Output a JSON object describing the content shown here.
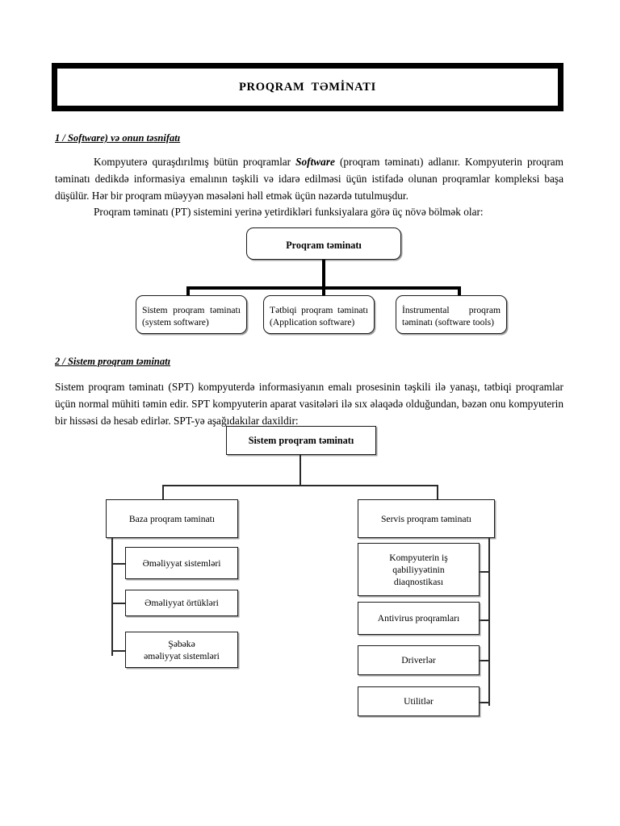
{
  "document": {
    "title": "PROQRAM  TƏMİNATI"
  },
  "sections": [
    {
      "heading": "1 / Software) və onun təsnifatı",
      "paragraphs": [
        {
          "lead": "Kompyuterə quraşdırılmış bütün proqramlar ",
          "emphasis": "Software",
          "rest": " (proqram təminatı) adlanır. Kompyuterin proqram təminatı dedikdə informasiya emalının təşkili və idarə edilməsi üçün istifadə olunan proqramlar kompleksi başa düşülür. Hər bir proqram müəyyən məsələni həll etmək üçün nəzərdə tutulmuşdur."
        },
        {
          "text": "Proqram təminatı (PT) sistemini yerinə yetirdikləri funksiyalara görə üç növə bölmək olar:"
        }
      ]
    },
    {
      "heading": "2 / Sistem proqram təminatı",
      "paragraphs": [
        {
          "text": "Sistem proqram təminatı (SPT) kompyuterdə informasiyanın emalı prosesinin təşkili ilə yanaşı, tətbiqi proqramlar üçün normal mühiti təmin edir. SPT kompyuterin aparat vasitələri ilə sıx əlaqədə olduğundan, bəzən onu kompyuterin bir hissəsi də hesab edirlər. SPT-yə aşağıdakılar daxildir:"
        }
      ]
    }
  ],
  "diagram_1": {
    "root": "Proqram təminatı",
    "children": [
      {
        "line1": "Sistem proqram təminatı",
        "line2": "(system software)"
      },
      {
        "line1": "Tətbiqi proqram təminatı",
        "line2": "(Application software)"
      },
      {
        "line1": "İnstrumental proqram",
        "line2": "təminatı (software tools)"
      }
    ]
  },
  "diagram_2": {
    "root": "Sistem proqram təminatı",
    "branch_left": {
      "title": "Baza proqram təminatı",
      "leaves": [
        "Əməliyyat sistemləri",
        "Əməliyyat örtükləri",
        "Şəbəkə\nəməliyyat sistemləri"
      ]
    },
    "branch_right": {
      "title": "Servis proqram təminatı",
      "leaves": [
        "Kompyuterin iş\nqabiliyyətinin\ndiaqnostikası",
        "Antivirus proqramları",
        "Driverlər",
        "Utilitlər"
      ]
    }
  },
  "colors": {
    "ink": "#000000",
    "page": "#ffffff",
    "box_border": "#1a1a1a",
    "box_shadow": "#5a5a5a"
  }
}
